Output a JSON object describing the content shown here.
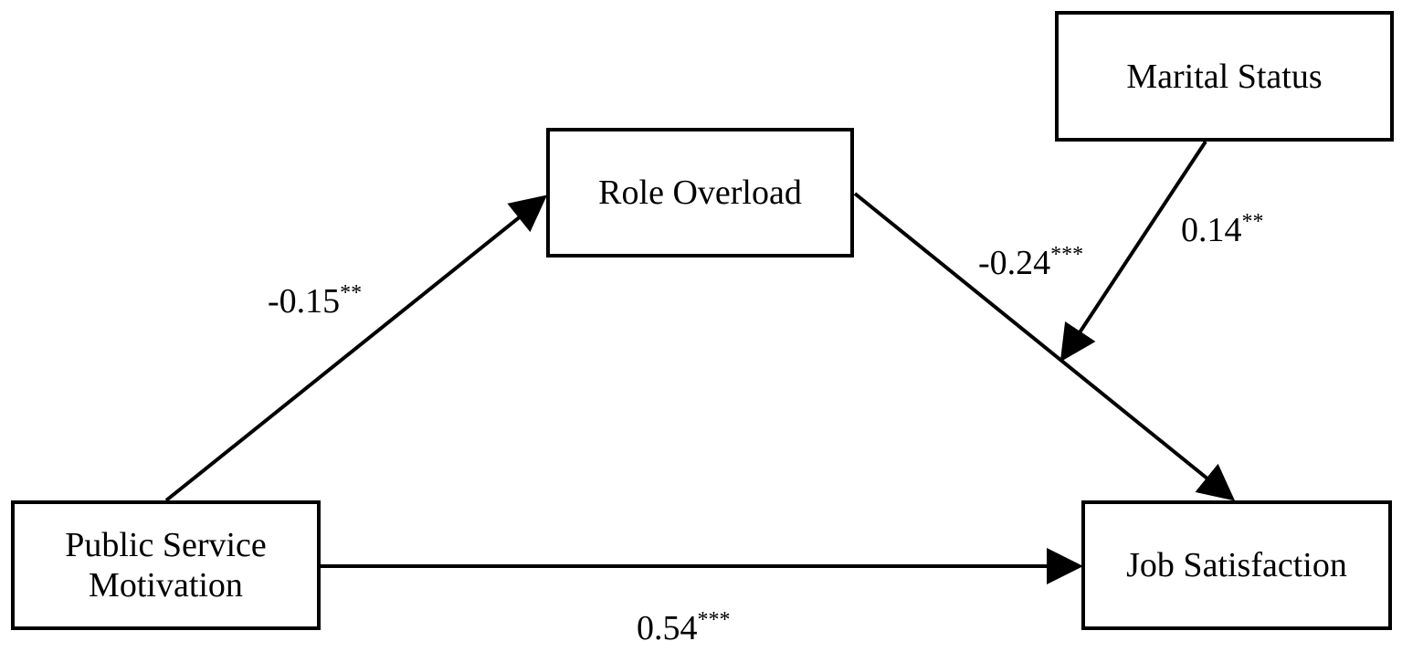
{
  "nodes": {
    "marital_status": {
      "label": "Marital Status"
    },
    "role_overload": {
      "label": "Role Overload"
    },
    "public_service_motivation": {
      "line1": "Public Service",
      "line2": "Motivation"
    },
    "job_satisfaction": {
      "label": "Job Satisfaction"
    }
  },
  "paths": {
    "psm_to_role_overload": {
      "value": "-0.15",
      "sig": "**"
    },
    "role_overload_to_job_satisfaction": {
      "value": "-0.24",
      "sig": "***"
    },
    "marital_status_moderation": {
      "value": "0.14",
      "sig": "**"
    },
    "psm_to_job_satisfaction": {
      "value": "0.54",
      "sig": "***"
    }
  },
  "colors": {
    "stroke": "#000000",
    "background": "#ffffff"
  }
}
